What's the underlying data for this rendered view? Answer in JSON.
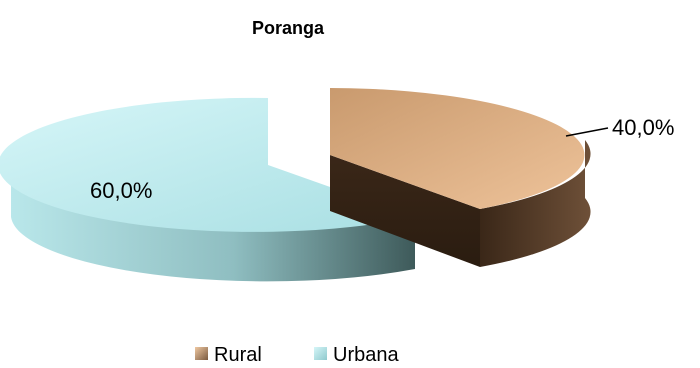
{
  "chart_data": {
    "type": "pie",
    "title": "Poranga",
    "slices": [
      {
        "label": "Rural",
        "value": 40.0,
        "display": "40,0%"
      },
      {
        "label": "Urbana",
        "value": 60.0,
        "display": "60,0%"
      }
    ],
    "legend_position": "bottom",
    "three_d": true,
    "exploded": true,
    "colors": {
      "Rural_top": "#e2b48a",
      "Rural_side": "#4a3424",
      "Urbana_top": "#bfeaee",
      "Urbana_side": "#3e5a5a"
    }
  }
}
